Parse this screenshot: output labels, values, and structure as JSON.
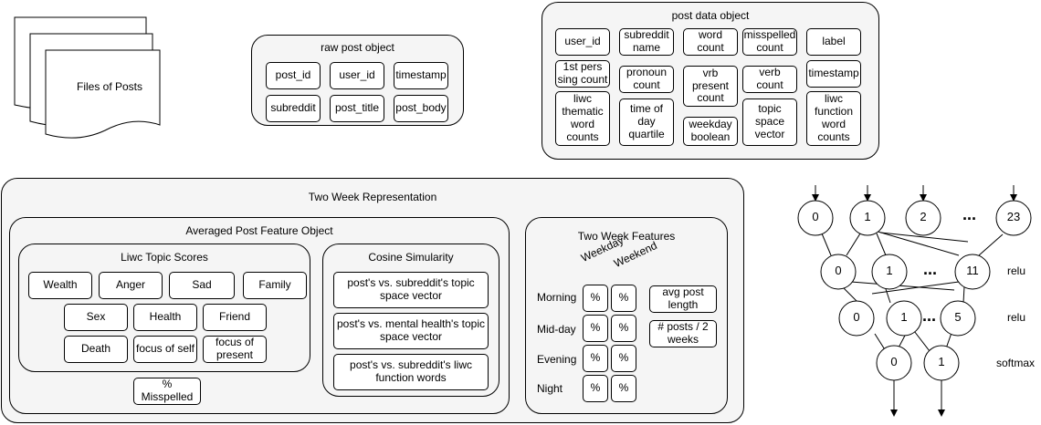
{
  "files": {
    "label": "Files of Posts"
  },
  "raw_post": {
    "title": "raw post object",
    "fields": [
      "post_id",
      "user_id",
      "timestamp",
      "subreddit",
      "post_title",
      "post_body"
    ]
  },
  "post_data": {
    "title": "post data object",
    "fields": [
      "user_id",
      "subreddit name",
      "word count",
      "misspelled count",
      "label",
      "1st pers sing count",
      "pronoun count",
      "vrb present count",
      "verb count",
      "timestamp",
      "liwc thematic word counts",
      "time of day quartile",
      "weekday boolean",
      "topic space vector",
      "liwc function word counts"
    ]
  },
  "two_week": {
    "title": "Two Week Representation",
    "averaged": {
      "title": "Averaged Post Feature Object",
      "liwc": {
        "title": "Liwc Topic Scores",
        "row1": [
          "Wealth",
          "Anger",
          "Sad",
          "Family"
        ],
        "row2": [
          "Sex",
          "Health",
          "Friend"
        ],
        "row3": [
          "Death",
          "focus of self",
          "focus of present"
        ]
      },
      "cosine": {
        "title": "Cosine Simularity",
        "items": [
          "post's vs. subreddit's topic space vector",
          "post's vs. mental health's topic space vector",
          "post's vs. subreddit's liwc function words"
        ]
      },
      "misspelled": "% Misspelled"
    },
    "features": {
      "title": "Two Week Features",
      "col_headers": [
        "Weekday",
        "Weekend"
      ],
      "rows": [
        "Morning",
        "Mid-day",
        "Evening",
        "Night"
      ],
      "cell_value": "%",
      "side": [
        "avg post length",
        "# posts / 2 weeks"
      ]
    }
  },
  "network": {
    "input_layer": [
      "0",
      "1",
      "2",
      "23"
    ],
    "input_ellipsis": "...",
    "hidden1": [
      "0",
      "1",
      "11"
    ],
    "hidden1_ellipsis": "...",
    "hidden1_activation": "relu",
    "hidden2": [
      "0",
      "1",
      "5"
    ],
    "hidden2_ellipsis": "...",
    "hidden2_activation": "relu",
    "output": [
      "0",
      "1"
    ],
    "output_activation": "softmax"
  }
}
